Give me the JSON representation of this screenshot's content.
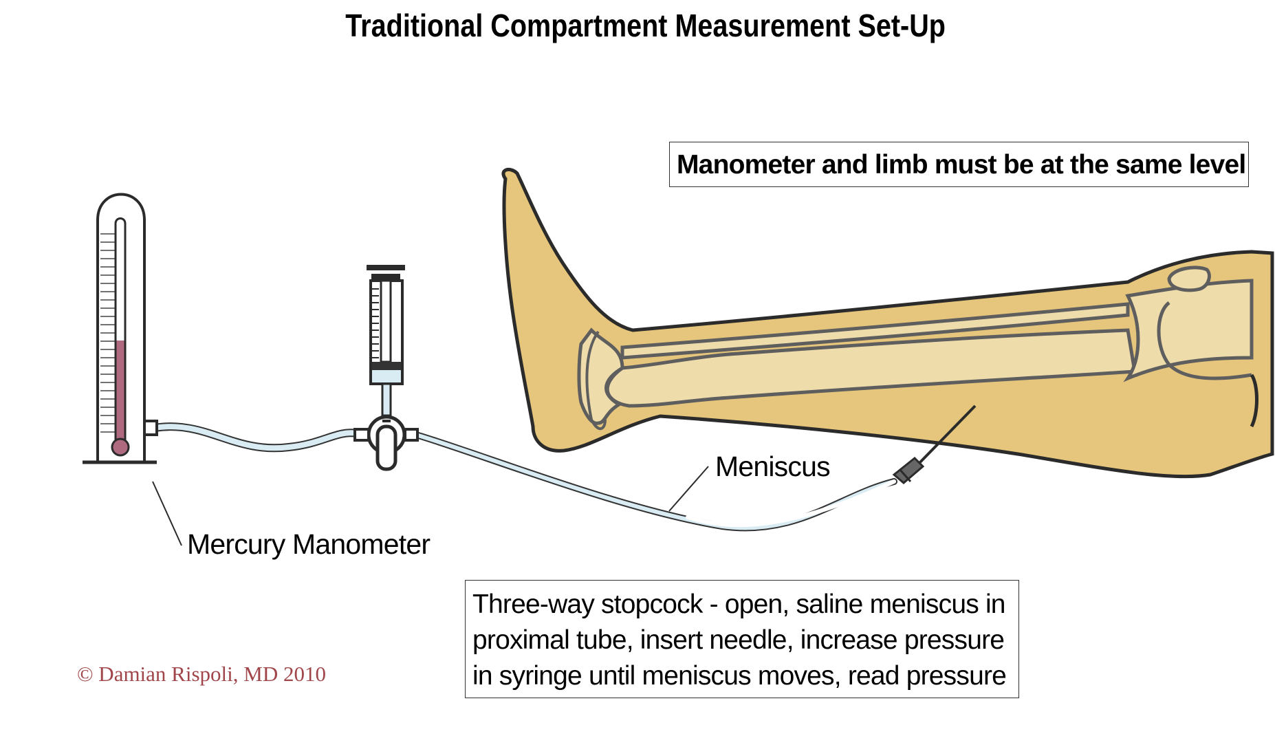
{
  "title": "Traditional Compartment Measurement Set-Up",
  "notes": {
    "level_note": "Manometer and limb must be at the same level",
    "procedure_lines": [
      "Three-way stopcock - open, saline meniscus in",
      "proximal tube,  insert needle, increase pressure",
      "in syringe until meniscus moves, read pressure"
    ]
  },
  "labels": {
    "manometer": "Mercury Manometer",
    "meniscus": "Meniscus"
  },
  "copyright": "© Damian Rispoli, MD 2010",
  "colors": {
    "skin": "#e6c67c",
    "bone": "#eedcaa",
    "outline": "#2b2b2b",
    "bone_outline": "#5e5e5e",
    "mercury": "#b06a80",
    "tube": "#d9ecf3",
    "copyright": "#a0464a"
  },
  "icons": [
    "mercury-manometer-icon",
    "syringe-icon",
    "three-way-stopcock-icon",
    "needle-icon",
    "leg-illustration"
  ]
}
